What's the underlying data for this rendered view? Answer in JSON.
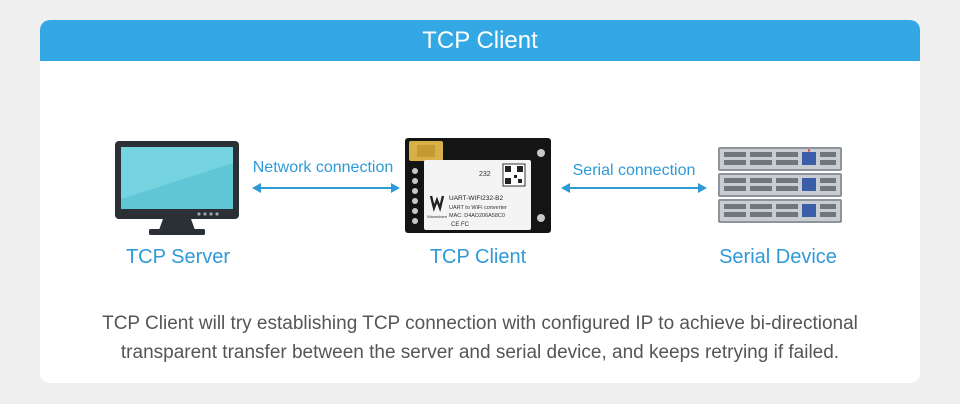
{
  "title": "TCP Client",
  "nodes": {
    "server": "TCP Server",
    "client": "TCP Client",
    "device": "Serial Device"
  },
  "connections": {
    "network": "Network connection",
    "serial": "Serial connection"
  },
  "module_text": {
    "line1": "UART-WIFI232-B2",
    "line2": "UART to WiFi converter",
    "line3": "MAC: D4AD206A58C0",
    "brand": "Waveshare",
    "marks": "CE FC",
    "code": "232"
  },
  "description": {
    "line1": "TCP Client will try establishing TCP connection with configured IP to achieve bi-directional",
    "line2": "transparent transfer between the server and serial device, and keeps retrying if failed."
  },
  "colors": {
    "header": "#34a8e4",
    "accent": "#2e9ad8",
    "background": "#efefef"
  }
}
